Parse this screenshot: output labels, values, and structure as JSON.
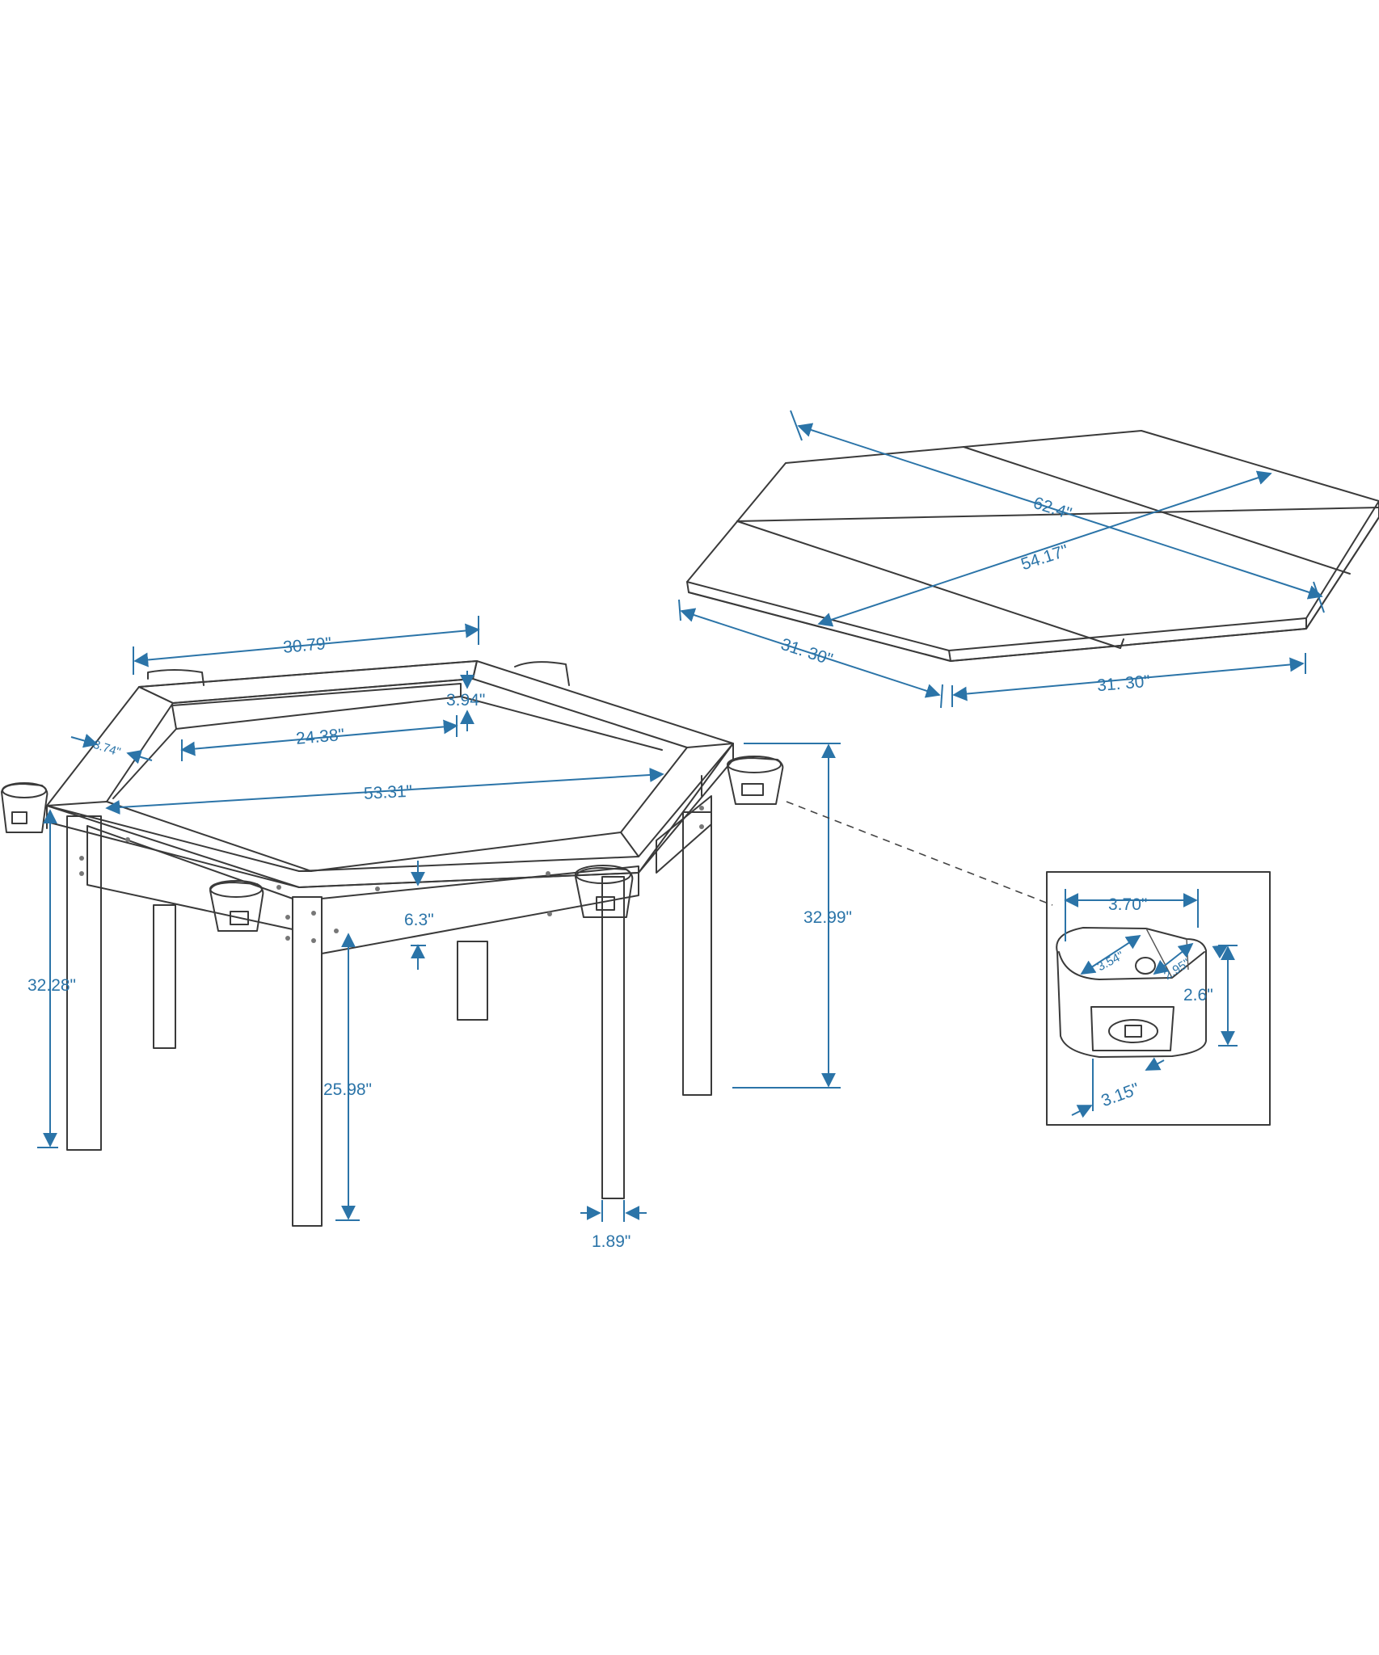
{
  "dimensions": {
    "table_top_side": "30.79\"",
    "inner_top_side": "24.38\"",
    "rail_width_back": "3.94\"",
    "rail_width_left": "3.74\"",
    "top_diagonal": "53.31\"",
    "apron_height": "6.3\"",
    "table_height_total": "32.99\"",
    "table_height_left": "32.28\"",
    "leg_clearance": "25.98\"",
    "leg_width": "1.89\"",
    "board_length": "62.4\"",
    "board_width": "54.17\"",
    "board_side_left": "31. 30\"",
    "board_side_right": "31. 30\"",
    "cup_width": "3.70\"",
    "cup_inner_width": "3.54\"",
    "cup_inner_depth": "2.95\"",
    "cup_height": "2.6\"",
    "cup_bottom": "3.15\""
  },
  "colors": {
    "dimension": "#2b74a8",
    "outline": "#3a3a3a"
  }
}
